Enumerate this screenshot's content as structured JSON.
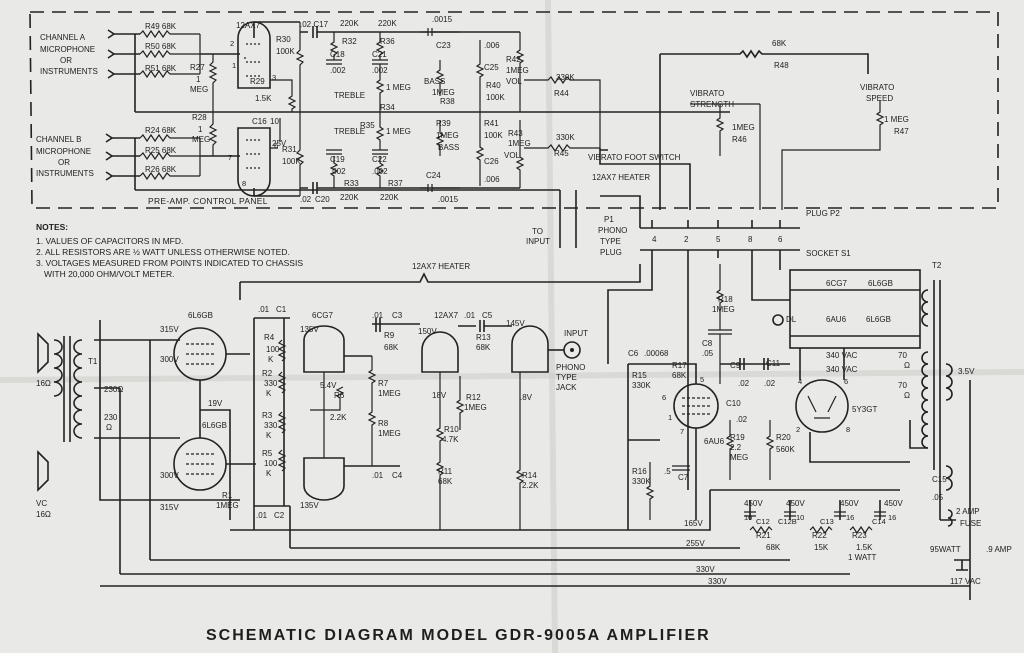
{
  "title": "SCHEMATIC DIAGRAM MODEL GDR-9005A AMPLIFIER",
  "panel_label": "PRE-AMP. CONTROL PANEL",
  "inputs": {
    "channel_a": [
      "CHANNEL A",
      "MICROPHONE",
      "OR",
      "INSTRUMENTS"
    ],
    "channel_b": [
      "CHANNEL B",
      "MICROPHONE",
      "OR",
      "INSTRUMENTS"
    ],
    "to_input": [
      "TO",
      "INPUT"
    ],
    "phono_plug": [
      "P1",
      "PHONO",
      "TYPE",
      "PLUG"
    ],
    "input_jack": [
      "INPUT",
      "PHONO",
      "TYPE",
      "JACK"
    ]
  },
  "notes": {
    "heading": "NOTES:",
    "items": [
      "1. VALUES OF CAPACITORS IN MFD.",
      "2. ALL RESISTORS ARE ½ WATT UNLESS OTHERWISE NOTED.",
      "3. VOLTAGES MEASURED FROM POINTS INDICATED TO CHASSIS",
      "WITH 20,000 OHM/VOLT METER."
    ]
  },
  "controls": {
    "treble_a": "TREBLE",
    "treble_b": "TREBLE",
    "bass_a": "BASS",
    "bass_b": "BASS",
    "vol_a": "VOL",
    "vol_b": "VOL",
    "vibrato_strength": [
      "VIBRATO",
      "STRENGTH"
    ],
    "vibrato_speed": [
      "VIBRATO",
      "SPEED"
    ],
    "vibrato_foot_switch": "VIBRATO FOOT SWITCH"
  },
  "connectors": {
    "plug": "PLUG P2",
    "socket": "SOCKET S1",
    "pins": [
      "4",
      "2",
      "5",
      "8",
      "6"
    ],
    "heater_top": "12AX7 HEATER",
    "heater_mid": "12AX7 HEATER"
  },
  "tubes": {
    "pre": "12AX7",
    "v_out_top": "6L6GB",
    "v_out_bot": "6L6GB",
    "v_pi": "6CG7",
    "v_mid": "12AX7",
    "v_osc": "6AU6",
    "v_rect": "5Y3GT",
    "pilot": [
      "6CG7",
      "6AU6",
      "6L6GB",
      "6L6GB"
    ],
    "dl": "DL"
  },
  "resistors_pre": {
    "r49": "R49 68K",
    "r50": "R50 68K",
    "r51": "R51 68K",
    "r24": "R24 68K",
    "r25": "R25 68K",
    "r26": "R26 68K",
    "r27": [
      "R27",
      "1",
      "MEG"
    ],
    "r28": [
      "R28",
      "1",
      "MEG"
    ],
    "r29": [
      "R29",
      "1.5K"
    ],
    "r30": [
      "R30",
      "100K"
    ],
    "r31": [
      "R31",
      "100K"
    ],
    "r32": [
      "220K",
      "R32"
    ],
    "r36": [
      "220K",
      "R36"
    ],
    "r33": [
      "R33",
      "220K"
    ],
    "r37": [
      "R37",
      "220K"
    ],
    "r34": [
      "1 MEG",
      "R34"
    ],
    "r35": [
      "R35",
      "1 MEG"
    ],
    "r38": [
      "1MEG",
      "R38"
    ],
    "r39": [
      "R39",
      "1MEG"
    ],
    "r40": [
      "R40",
      "100K"
    ],
    "r41": [
      "R41",
      "100K"
    ],
    "r42": [
      "R42",
      "1MEG"
    ],
    "r43": [
      "R43",
      "1MEG"
    ],
    "r44": [
      "330K",
      "R44"
    ],
    "r45": [
      "330K",
      "R45"
    ],
    "r46": [
      "1MEG",
      "R46"
    ],
    "r47": [
      "1 MEG",
      "R47"
    ],
    "r48": [
      "68K",
      "R48"
    ]
  },
  "caps_pre": {
    "c17": ".02  C17",
    "c18": [
      "C18",
      ".002"
    ],
    "c21": [
      "C21",
      ".002"
    ],
    "c23": [
      ".0015",
      "C23"
    ],
    "c25": [
      ".006",
      "C25"
    ],
    "c16": [
      "C16",
      "10",
      "25V"
    ],
    "c19": [
      "C19",
      ".002"
    ],
    "c22": [
      "C22",
      ".002"
    ],
    "c24": [
      "C24",
      ".0015"
    ],
    "c26": [
      "C26",
      ".006"
    ],
    "c20": [
      ".02",
      "C20"
    ]
  },
  "pins_12ax7_pre": [
    "2",
    "1",
    "3",
    "6",
    "7",
    "8"
  ],
  "power_amp": {
    "v_315_top": "315V",
    "v_300_top": "300V",
    "v_19": "19V",
    "v_300_bot": "300V",
    "v_315_bot": "315V",
    "t1_taps": [
      "T1",
      "230Ω",
      "230",
      "Ω"
    ],
    "speaker_top": "16Ω",
    "speaker_bot": [
      "VC",
      "16Ω"
    ],
    "r1": [
      "R1",
      "1MEG"
    ],
    "c1": [
      ".01",
      "C1"
    ],
    "c2": [
      ".01",
      "C2"
    ],
    "r4": [
      "R4",
      "100",
      "K"
    ],
    "r2": [
      "R2",
      "330",
      "K"
    ],
    "r3": [
      "R3",
      "330",
      "K"
    ],
    "r5": [
      "R5",
      "100",
      "K"
    ],
    "v_135_top": "135V",
    "v_135_bot": "135V",
    "v_54": "5.4V",
    "r6": [
      "R6",
      "2.2K"
    ],
    "c3": [
      ".01",
      "C3"
    ],
    "c4": [
      ".01",
      "C4"
    ],
    "r9": [
      "R9",
      "68K"
    ],
    "r7": [
      "R7",
      "1MEG"
    ],
    "r8": [
      "R8",
      "1MEG"
    ],
    "c5": [
      ".01",
      "C5"
    ],
    "v_150": "150V",
    "v_145": "145V",
    "v_18": "18V",
    "v_8": ".8V",
    "r10": [
      "R10",
      "4.7K"
    ],
    "r11": [
      "R11",
      "68K"
    ],
    "r12": [
      "R12",
      "1MEG"
    ],
    "r13": [
      "R13",
      "68K"
    ],
    "r14": [
      "R14",
      "2.2K"
    ]
  },
  "vibrato_osc": {
    "c6": [
      "C6",
      ".00068"
    ],
    "r15": [
      "R15",
      "330K"
    ],
    "r17": [
      "R17",
      "68K"
    ],
    "r18": [
      "R18",
      "1MEG"
    ],
    "c8": [
      "C8",
      ".05"
    ],
    "c9": [
      "C9",
      ".02"
    ],
    "c11": [
      "C11",
      ".02"
    ],
    "c10": [
      "C10",
      ".02"
    ],
    "r16": [
      "R16",
      "330K"
    ],
    "c7": [
      ".5",
      "C7"
    ],
    "r19": [
      "R19",
      "2.2",
      "MEG"
    ],
    "r20": [
      "R20",
      "560K"
    ],
    "pins": [
      "6",
      "5",
      "1",
      "7"
    ]
  },
  "power_supply": {
    "t2": "T2",
    "vac_a": "340 VAC",
    "vac_b": "340 VAC",
    "ohm_70a": [
      "70",
      "Ω"
    ],
    "ohm_70b": [
      "70",
      "Ω"
    ],
    "v_35": "3.5V",
    "rect_pins": [
      "4",
      "6",
      "2",
      "8"
    ],
    "c15": [
      "C15",
      ".05"
    ],
    "fuse": [
      "2 AMP",
      "FUSE"
    ],
    "watt": "95WATT",
    "amp": ".9 AMP",
    "mains": "117 VAC",
    "filters": [
      "450V",
      "450V",
      "450V",
      "450V"
    ],
    "filter_caps": [
      "10",
      "C12",
      "C12B",
      "10",
      "C13",
      "16",
      "C14",
      "16"
    ],
    "r21": [
      "R21",
      "68K"
    ],
    "r22": [
      "R22",
      "15K"
    ],
    "r23": [
      "R23",
      "1.5K",
      "1 WATT"
    ],
    "rails": [
      "165V",
      "255V",
      "330V",
      "330V"
    ]
  }
}
